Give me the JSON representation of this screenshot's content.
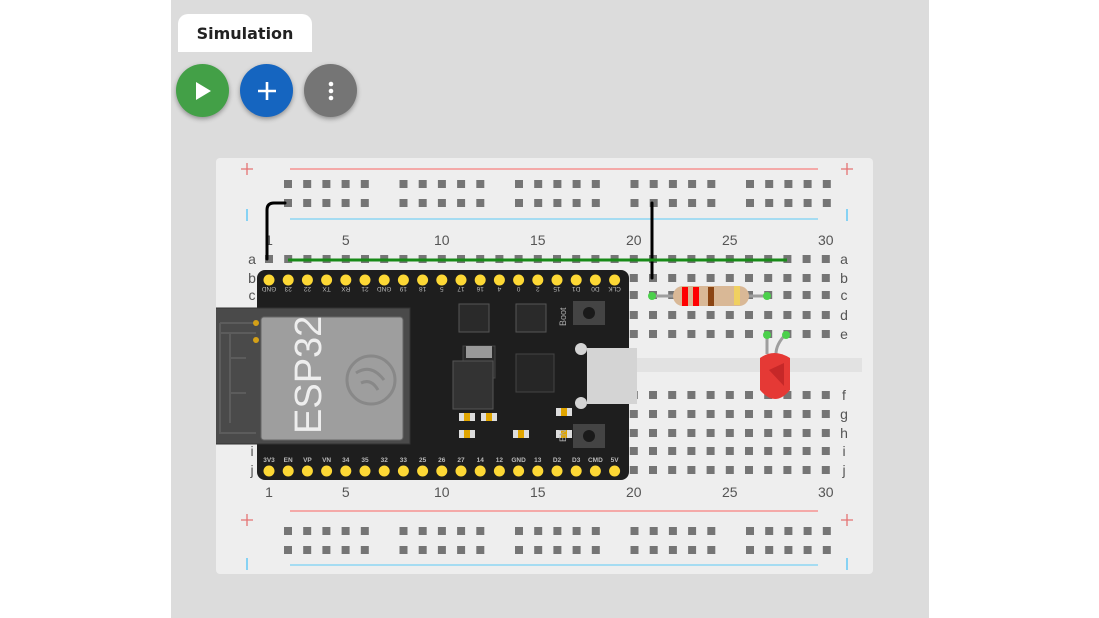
{
  "tab": {
    "label": "Simulation"
  },
  "toolbar": {
    "run": {
      "icon": "play-icon",
      "color": "#43a047"
    },
    "add": {
      "icon": "plus-icon",
      "color": "#1565c0"
    },
    "more": {
      "icon": "more-vert-icon",
      "color": "#757575"
    }
  },
  "breadboard": {
    "columns": 30,
    "column_labels": [
      "1",
      "5",
      "10",
      "15",
      "20",
      "25",
      "30"
    ],
    "rows_top": [
      "a",
      "b",
      "c",
      "d",
      "e"
    ],
    "rows_bottom": [
      "f",
      "g",
      "h",
      "i",
      "j"
    ],
    "power_rail_plus": "+",
    "power_rail_color_plus": "#f4a9a8",
    "power_rail_color_minus": "#a5dcf2"
  },
  "esp32": {
    "label": "ESP32",
    "top_pins": [
      "GND",
      "23",
      "22",
      "TX",
      "RX",
      "21",
      "GND",
      "19",
      "18",
      "5",
      "17",
      "16",
      "4",
      "0",
      "2",
      "15",
      "D1",
      "D0",
      "CLK"
    ],
    "bottom_pins": [
      "3V3",
      "EN",
      "VP",
      "VN",
      "34",
      "35",
      "32",
      "33",
      "25",
      "26",
      "27",
      "14",
      "12",
      "GND",
      "13",
      "D2",
      "D3",
      "CMD",
      "5V"
    ],
    "boot_label": "Boot",
    "en_label": "EN"
  },
  "resistor": {
    "bands": [
      "#ff0000",
      "#ff0000",
      "#8b4513",
      "#f0d060"
    ]
  },
  "led": {
    "color": "red"
  },
  "wires": [
    {
      "color": "black"
    },
    {
      "color": "black"
    },
    {
      "color": "green"
    }
  ]
}
